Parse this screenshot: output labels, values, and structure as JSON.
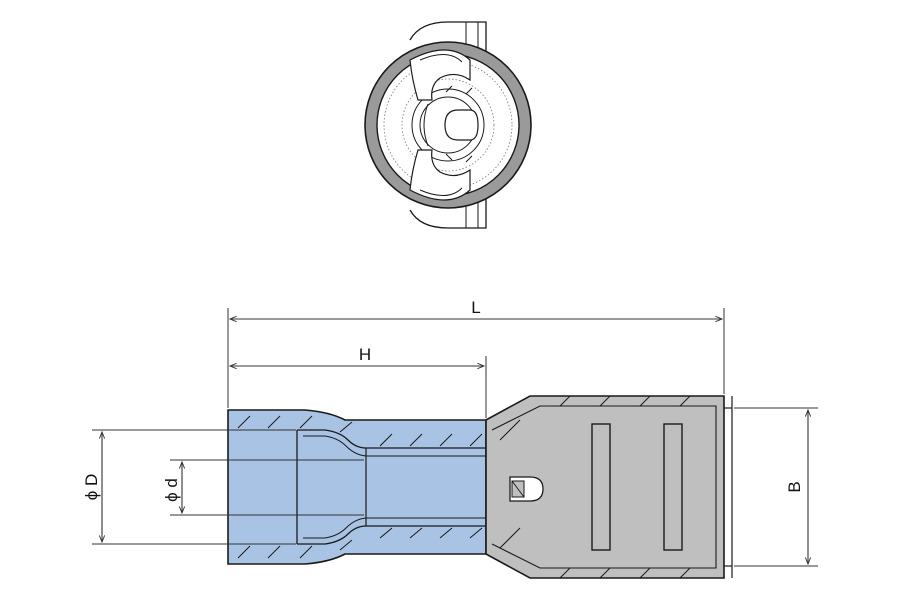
{
  "colors": {
    "insulation": "#a9c3e4",
    "insulation_stroke": "#1a1a1a",
    "tab_body": "#bfbfbf",
    "ring": "#9a9a9a",
    "line": "#1a1a1a",
    "dim_line": "#333333"
  },
  "dimensions": {
    "overall_length_label": "L",
    "sleeve_length_label": "H",
    "outer_diameter_label": "ϕ D",
    "inner_diameter_label": "ϕ d",
    "tab_width_label": "B"
  }
}
